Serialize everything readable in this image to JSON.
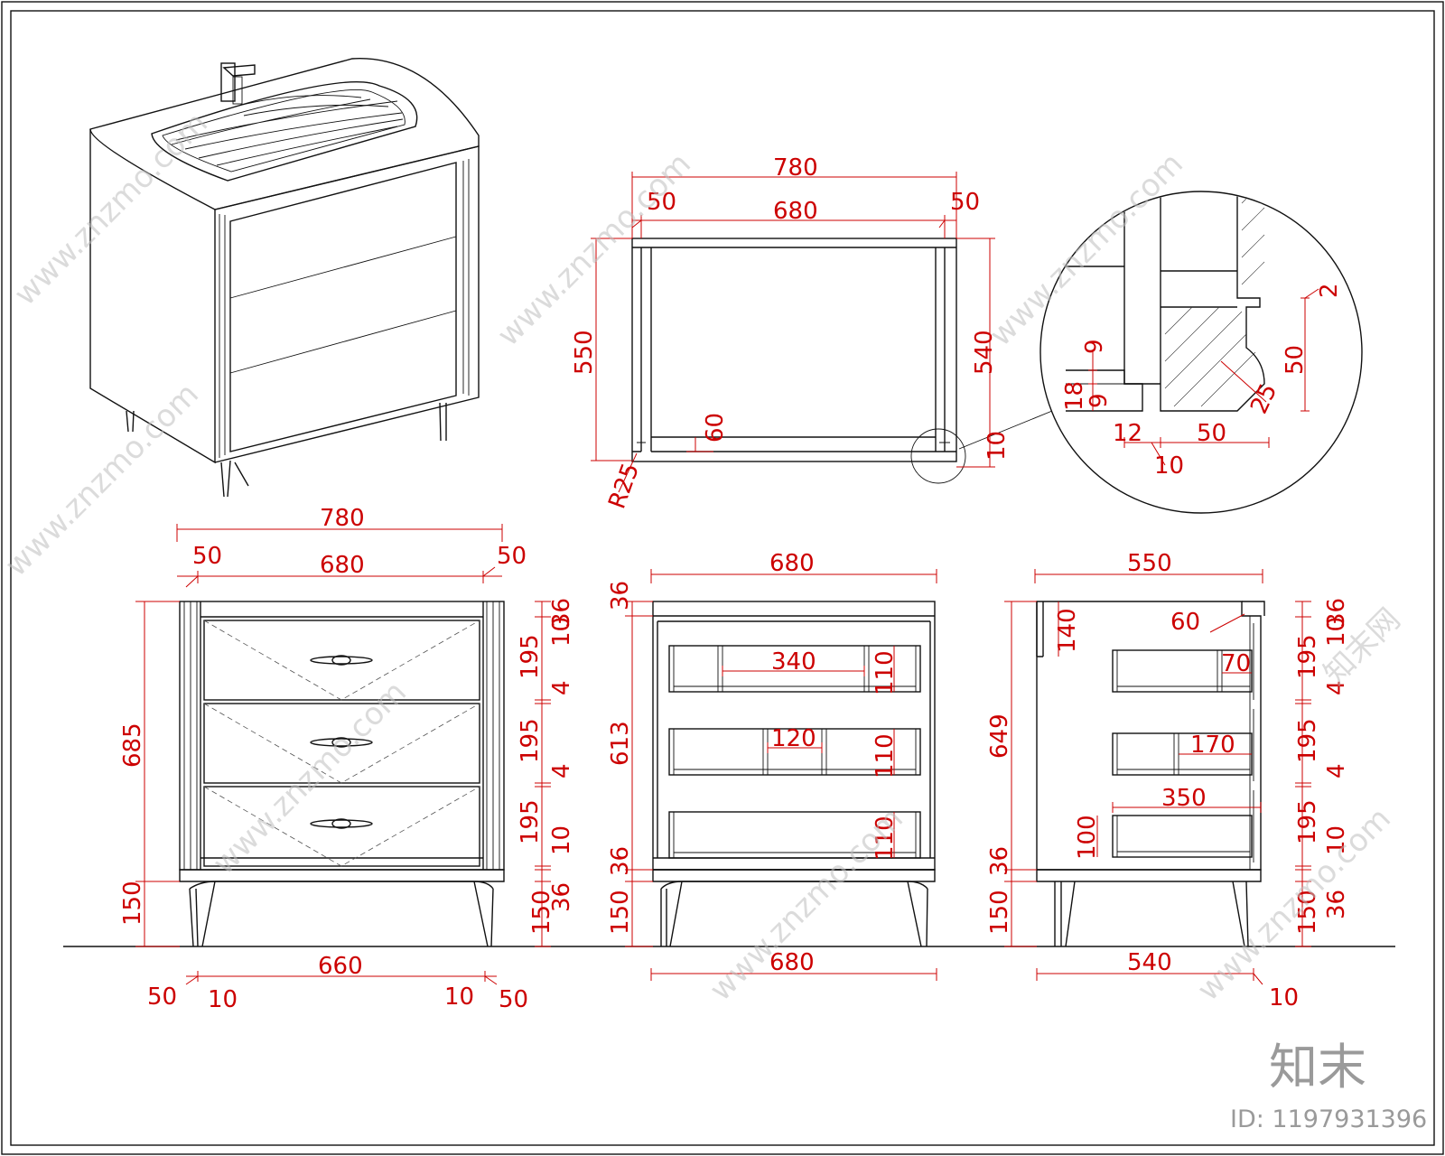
{
  "top_view": {
    "overall": "780",
    "left": "50",
    "inner": "680",
    "right": "50",
    "depth": "550",
    "inner_depth": "540",
    "strip": "60",
    "radius": "R25",
    "gap": "10"
  },
  "detail": {
    "d2": "2",
    "d9a": "9",
    "d18": "18",
    "d9b": "9",
    "d12": "12",
    "d50h": "50",
    "d10": "10",
    "d50v": "50",
    "d25": "25"
  },
  "front_view": {
    "overall": "780",
    "left": "50",
    "inner": "680",
    "right": "50",
    "height": "685",
    "leg": "150",
    "r36a": "36",
    "r10a": "10",
    "r195a": "195",
    "r4a": "4",
    "r195b": "195",
    "r4b": "4",
    "r195c": "195",
    "r10b": "10",
    "r36b": "36",
    "r150": "150",
    "base": "660",
    "bl50": "50",
    "bl10": "10",
    "br10": "10",
    "br50": "50"
  },
  "section_view": {
    "width": "680",
    "t36": "36",
    "h613": "613",
    "b36": "36",
    "leg": "150",
    "d340": "340",
    "d120": "120",
    "h110a": "110",
    "h110b": "110",
    "h110c": "110",
    "base": "680"
  },
  "side_view": {
    "width": "550",
    "h140": "140",
    "d60": "60",
    "h649": "649",
    "b36": "36",
    "leg": "150",
    "d70": "70",
    "d170": "170",
    "d350": "350",
    "h100": "100",
    "r36a": "36",
    "r10a": "10",
    "r195a": "195",
    "r4a": "4",
    "r195b": "195",
    "r4b": "4",
    "r195c": "195",
    "r10b": "10",
    "r36b": "36",
    "r150": "150",
    "base": "540",
    "gap": "10"
  },
  "watermark": {
    "site": "www.znzmo.com",
    "cn": "知末网"
  },
  "brand": {
    "logo": "知末",
    "id": "ID: 1197931396"
  }
}
